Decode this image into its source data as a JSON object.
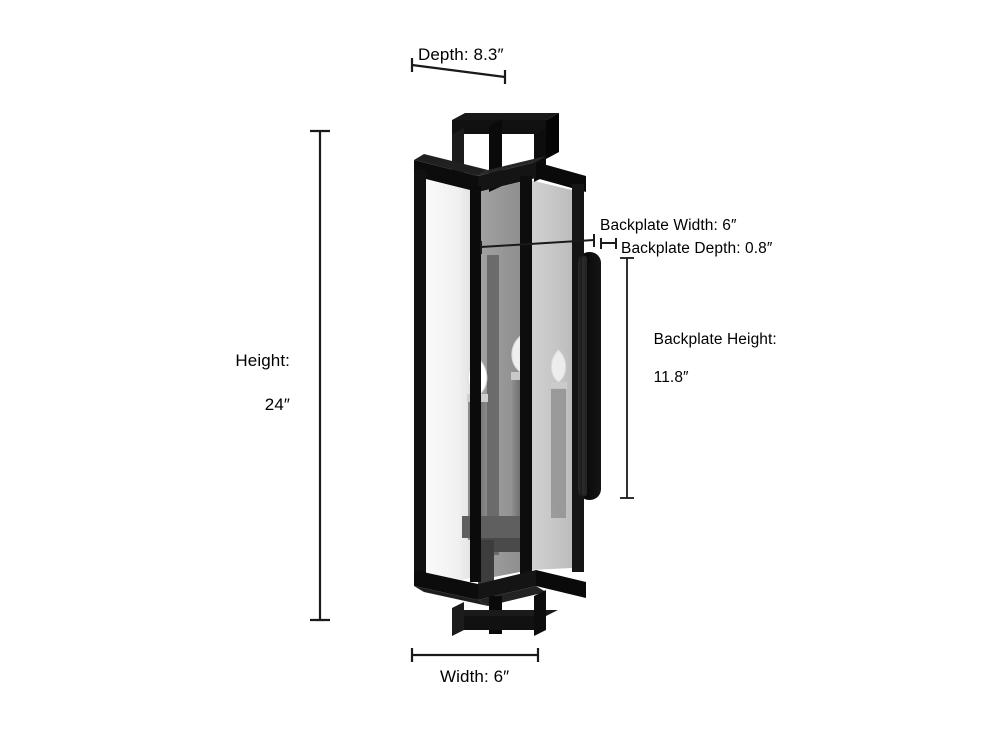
{
  "diagram": {
    "title": "Wall Lantern Dimension Diagram",
    "product": "outdoor wall lantern sconce",
    "background_color": "#ffffff",
    "line_color": "#1a1a1a",
    "text_color": "#000000",
    "frame_color": "#111111",
    "glass_light": "#f2f2f2",
    "glass_mid": "#9b9b9b",
    "glass_right": "#c9c9c9",
    "candle_color": "#7d7d7d"
  },
  "labels": {
    "depth": "Depth: 8.3″",
    "height_line1": "Height:",
    "height_line2": "24″",
    "width": "Width: 6″",
    "backplate_width": "Backplate Width: 6″",
    "backplate_depth": "Backplate Depth: 0.8″",
    "backplate_height_line1": "Backplate Height:",
    "backplate_height_line2": "11.8″"
  },
  "measurements": [
    {
      "name": "depth",
      "label": "Depth: 8.3″",
      "value": 8.3,
      "unit": "in"
    },
    {
      "name": "height",
      "label": "Height: 24″",
      "value": 24,
      "unit": "in"
    },
    {
      "name": "width",
      "label": "Width: 6″",
      "value": 6,
      "unit": "in"
    },
    {
      "name": "backplate-width",
      "label": "Backplate Width: 6″",
      "value": 6,
      "unit": "in"
    },
    {
      "name": "backplate-depth",
      "label": "Backplate Depth: 0.8″",
      "value": 0.8,
      "unit": "in"
    },
    {
      "name": "backplate-height",
      "label": "Backplate Height: 11.8″",
      "value": 11.8,
      "unit": "in"
    }
  ]
}
